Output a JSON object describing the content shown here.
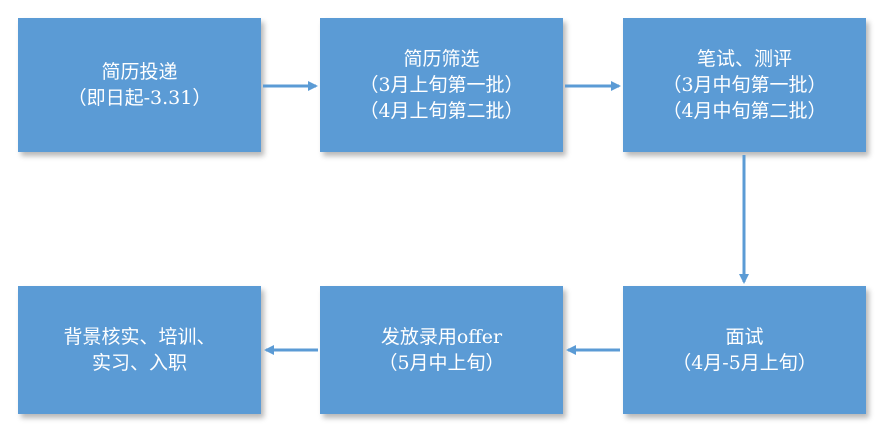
{
  "steps": [
    {
      "id": "step1",
      "lines": [
        "简历投递",
        "（即日起-3.31）"
      ]
    },
    {
      "id": "step2",
      "lines": [
        "简历筛选",
        "（3月上旬第一批）",
        "（4月上旬第二批）"
      ]
    },
    {
      "id": "step3",
      "lines": [
        "笔试、测评",
        "（3月中旬第一批）",
        "（4月中旬第二批）"
      ]
    },
    {
      "id": "step4",
      "lines": [
        "面试",
        "（4月-5月上旬）"
      ]
    },
    {
      "id": "step5",
      "lines": [
        "发放录用offer",
        "（5月中上旬）"
      ]
    },
    {
      "id": "step6",
      "lines": [
        "背景核实、培训、",
        "实习、入职"
      ]
    }
  ],
  "colors": {
    "box_fill": "#5b9bd5",
    "arrow": "#5b9bd5",
    "text": "#ffffff"
  }
}
